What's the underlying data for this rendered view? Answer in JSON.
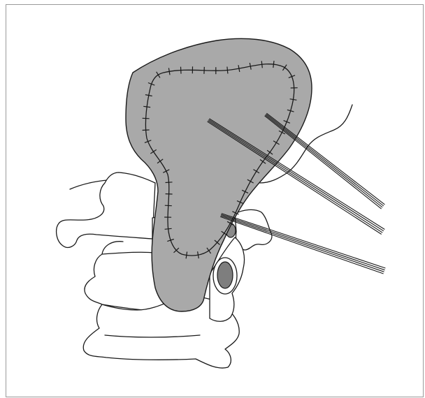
{
  "illustration": {
    "colors": {
      "background": "#ffffff",
      "frame": "#9a9a9a",
      "outline": "#1a1a1a",
      "graft_fill": "#a9a9a9",
      "foramen_fill": "#7e7e7e",
      "bone_fill": "#ffffff"
    },
    "suture_ticks": {
      "count": 48
    },
    "instruments": {
      "count": 3,
      "lines_per_instrument": 4
    }
  }
}
